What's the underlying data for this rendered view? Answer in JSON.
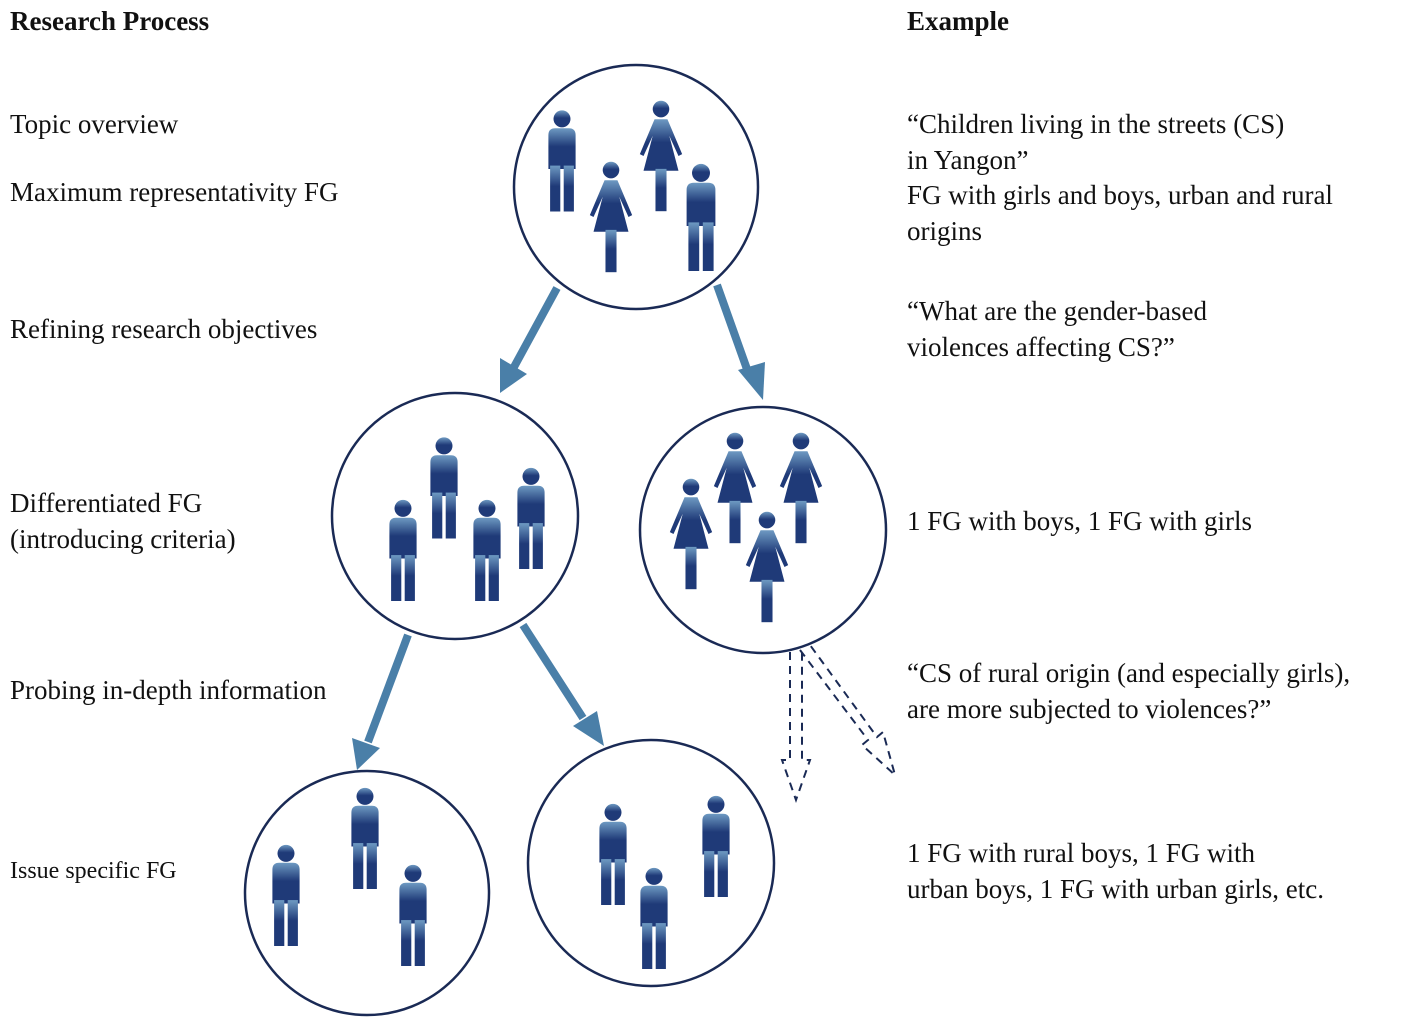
{
  "headers": {
    "process": "Research Process",
    "example": "Example"
  },
  "process_steps": [
    {
      "lines": [
        "Topic overview"
      ]
    },
    {
      "lines": [
        "Maximum representativity FG"
      ]
    },
    {
      "lines": [
        "Refining research objectives"
      ]
    },
    {
      "lines": [
        "Differentiated FG",
        "(introducing criteria)"
      ]
    },
    {
      "lines": [
        "Probing in-depth information"
      ]
    },
    {
      "lines": [
        "Issue specific FG"
      ]
    }
  ],
  "examples": [
    {
      "lines": [
        "“Children living in the streets (CS)",
        "in Yangon”"
      ]
    },
    {
      "lines": [
        "FG with girls and boys, urban and rural",
        "origins"
      ]
    },
    {
      "lines": [
        "“What are the gender-based",
        "violences affecting CS?”"
      ]
    },
    {
      "lines": [
        "1 FG with boys, 1 FG with girls"
      ]
    },
    {
      "lines": [
        "“CS of rural origin (and especially girls),",
        "are more subjected to violences?”"
      ]
    },
    {
      "lines": [
        "1 FG with rural boys, 1 FG with",
        "urban boys, 1 FG with urban girls, etc."
      ]
    }
  ],
  "colors": {
    "arrow": "#4a7fa8",
    "figure": "#1f3a78",
    "figure_light": "#6e9ac2",
    "circle": "#1a2a55"
  },
  "icons": {
    "male": "male-person-icon",
    "female": "female-person-icon"
  }
}
